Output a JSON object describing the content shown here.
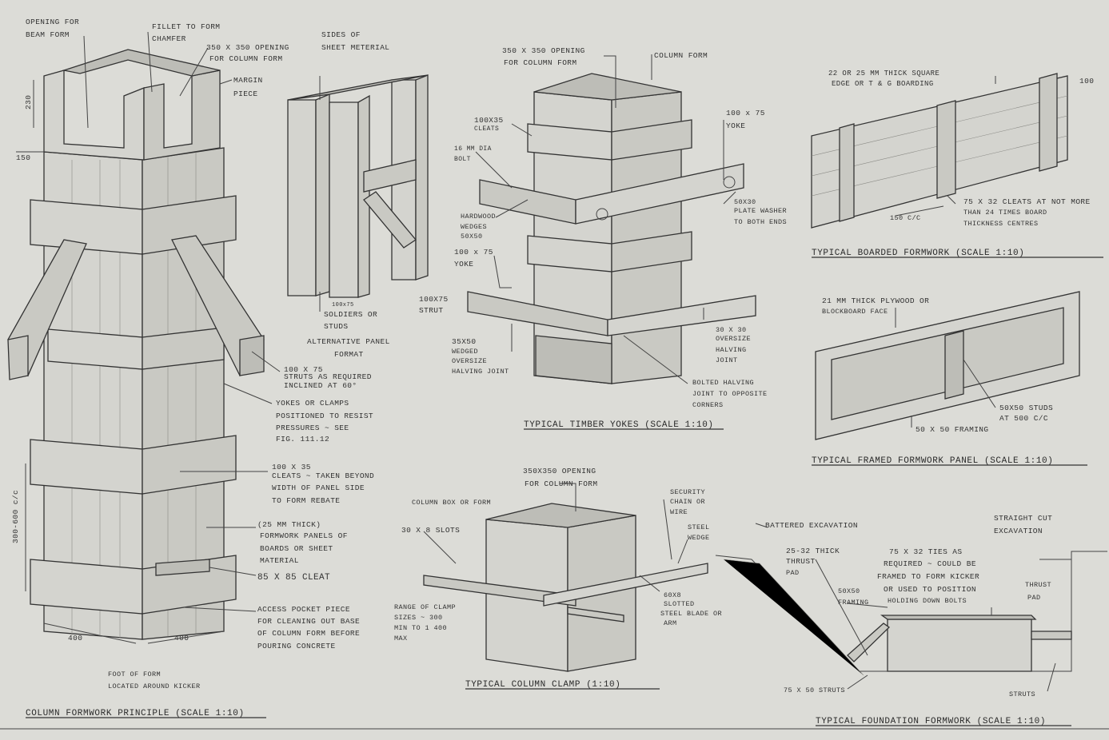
{
  "labels": {
    "opening_beam_1": "OPENING FOR",
    "opening_beam_2": "BEAM FORM",
    "fillet_1": "FILLET TO FORM",
    "fillet_2": "CHAMFER",
    "opening_col_1": "350 X 350 OPENING",
    "opening_col_2": "FOR COLUMN FORM",
    "margin_1": "MARGIN",
    "margin_2": "PIECE",
    "dim_230": "230",
    "dim_150": "150",
    "dim_300_600": "300-600 c/c",
    "dim_400a": "400",
    "dim_400b": "400",
    "sides_1": "SIDES OF",
    "sides_2": "SHEET METERIAL",
    "dim_soldier": "100x75",
    "soldiers_1": "SOLDIERS OR",
    "soldiers_2": "STUDS",
    "alt_panel_1": "ALTERNATIVE PANEL",
    "alt_panel_2": "FORMAT",
    "struts_1": "100 X 75",
    "struts_2": "STRUTS AS REQUIRED",
    "struts_3": "INCLINED AT 60°",
    "yokes_1": "YOKES OR CLAMPS",
    "yokes_2": "POSITIONED TO RESIST",
    "yokes_3": "PRESSURES ~ SEE",
    "yokes_4": "FIG. 111.12",
    "cleats_1": "100 X 35",
    "cleats_2": "CLEATS ~ TAKEN BEYOND",
    "cleats_3": "WIDTH OF PANEL SIDE",
    "cleats_4": "TO FORM REBATE",
    "panels_1": "(25 MM THICK)",
    "panels_2": "FORMWORK PANELS OF",
    "panels_3": "BOARDS OR SHEET",
    "panels_4": "MATERIAL",
    "cleat_85": "85 X 85 CLEAT",
    "access_1": "ACCESS POCKET PIECE",
    "access_2": "FOR CLEANING OUT BASE",
    "access_3": "OF COLUMN FORM BEFORE",
    "access_4": "POURING CONCRETE",
    "foot_1": "FOOT OF FORM",
    "foot_2": "LOCATED AROUND KICKER",
    "y_opening_1": "350 X 350 OPENING",
    "y_opening_2": "FOR COLUMN FORM",
    "y_colform": "COLUMN FORM",
    "y_cleats_1": "100X35",
    "y_cleats_2": "CLEATS",
    "y_bolt_1": "16 MM DIA",
    "y_bolt_2": "BOLT",
    "y_yoke_top_1": "100 x 75",
    "y_yoke_top_2": "YOKE",
    "y_washer_1": "50X30",
    "y_washer_2": "PLATE WASHER",
    "y_washer_3": "TO BOTH ENDS",
    "y_wedges_1": "HARDWOOD",
    "y_wedges_2": "WEDGES",
    "y_wedges_3": "50X50",
    "y_yoke_1": "100 x 75",
    "y_yoke_2": "YOKE",
    "y_strut_1": "100X75",
    "y_strut_2": "STRUT",
    "y_halving_1": "35X50",
    "y_halving_2": "WEDGED",
    "y_halving_3": "OVERSIZE",
    "y_halving_4": "HALVING JOINT",
    "y_joint_1": "30 X 30",
    "y_joint_2": "OVERSIZE",
    "y_joint_3": "HALVING",
    "y_joint_4": "JOINT",
    "y_bolted_1": "BOLTED HALVING",
    "y_bolted_2": "JOINT TO OPPOSITE",
    "y_bolted_3": "CORNERS",
    "b_board_1": "22 OR 25 MM THICK SQUARE",
    "b_board_2": "EDGE OR T & G BOARDING",
    "b_100": "100",
    "b_cleats_1": "75 X 32 CLEATS AT NOT MORE",
    "b_cleats_2": "THAN 24 TIMES BOARD",
    "b_cleats_3": "THICKNESS CENTRES",
    "b_cc": "150 C/C",
    "f_ply_1": "21 MM THICK PLYWOOD OR",
    "f_ply_2": "BLOCKBOARD FACE",
    "f_studs_1": "50X50 STUDS",
    "f_studs_2": "AT 500 C/C",
    "f_framing": "50 X 50 FRAMING",
    "c_opening_1": "350X350 OPENING",
    "c_opening_2": "FOR COLUMN FORM",
    "c_box": "COLUMN BOX OR FORM",
    "c_slots": "30 X 8 SLOTS",
    "c_chain_1": "SECURITY",
    "c_chain_2": "CHAIN OR",
    "c_chain_3": "WIRE",
    "c_wedge_1": "STEEL",
    "c_wedge_2": "WEDGE",
    "c_range_1": "RANGE OF CLAMP",
    "c_range_2": "SIZES ~ 300",
    "c_range_3": "MIN TO 1 400",
    "c_range_4": "MAX",
    "c_blade_1": "60X8",
    "c_blade_2": "SLOTTED",
    "c_blade_3": "STEEL BLADE OR",
    "c_blade_4": "ARM",
    "fd_battered": "BATTERED EXCAVATION",
    "fd_straight_1": "STRAIGHT CUT",
    "fd_straight_2": "EXCAVATION",
    "fd_pad_1": "25-32 THICK",
    "fd_pad_2": "THRUST",
    "fd_pad_3": "PAD",
    "fd_ties_1": "75 X 32 TIES AS",
    "fd_ties_2": "REQUIRED ~ COULD BE",
    "fd_ties_3": "FRAMED TO FORM KICKER",
    "fd_ties_4": "OR USED TO POSITION",
    "fd_ties_5": "HOLDING DOWN BOLTS",
    "fd_framing_1": "50X50",
    "fd_framing_2": "FRAMING",
    "fd_thrust_1": "THRUST",
    "fd_thrust_2": "PAD",
    "fd_struts_a": "75 X 50 STRUTS",
    "fd_struts_b": "STRUTS"
  },
  "titles": {
    "principle": "COLUMN FORMWORK PRINCIPLE (SCALE 1:10)",
    "yokes": "TYPICAL TIMBER YOKES (SCALE 1:10)",
    "boarded": "TYPICAL BOARDED FORMWORK (SCALE 1:10)",
    "framed": "TYPICAL FRAMED FORMWORK PANEL (SCALE 1:10)",
    "clamp": "TYPICAL COLUMN CLAMP (1:10)",
    "foundation": "TYPICAL FOUNDATION FORMWORK (SCALE 1:10)"
  },
  "colors": {
    "paper": "#dcdcd7",
    "pencil": "#333333"
  }
}
